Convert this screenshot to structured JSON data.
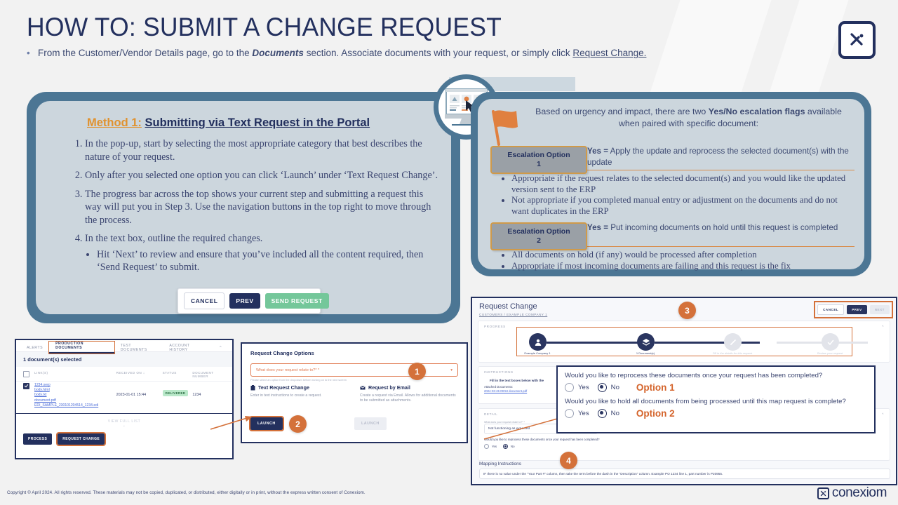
{
  "header": {
    "title": "HOW TO: SUBMIT A CHANGE REQUEST",
    "intro_part1": "From the Customer/Vendor Details page, go to the ",
    "intro_em": "Documents",
    "intro_part2": " section. Associate documents with your request, or simply click ",
    "intro_link": "Request Change.",
    "logo_glyph": "x"
  },
  "method": {
    "label": "Method 1:",
    "title": "Submitting via Text Request in the Portal",
    "steps": [
      "In the pop-up, start by selecting the most appropriate category that best describes the nature of your request.",
      "Only after you selected one option you can click ‘Launch’ under ‘Text Request Change’.",
      "The progress bar across the top shows your current step and submitting a request this way will put you in Step 3. Use the navigation buttons in the top right to move through the process.",
      "In the text box, outline the required changes."
    ],
    "substep": "Hit ‘Next’ to review and ensure that you’ve included all the content required, then ‘Send Request’ to submit."
  },
  "nav_buttons": {
    "cancel": "CANCEL",
    "prev": "PREV",
    "send": "SEND REQUEST"
  },
  "escalation": {
    "intro_a": "Based on urgency and impact, there are two ",
    "intro_b": "Yes/No escalation flags",
    "intro_c": " available when paired with specific document:",
    "options": [
      {
        "tag_line1": "Escalation Option",
        "tag_line2": "1",
        "def_bold": "Yes =",
        "def_text": " Apply the update and reprocess the selected document(s) with the update",
        "bullets": [
          "Appropriate if the request relates to the selected document(s) and you would like the updated version sent to the ERP",
          "Not appropriate if you completed manual entry or adjustment on the documents and do not want duplicates in the ERP"
        ]
      },
      {
        "tag_line1": "Escalation Option",
        "tag_line2": "2",
        "def_bold": "Yes =",
        "def_text": " Put incoming documents on hold until this request is completed",
        "bullets": [
          "All documents on hold (if any) would be processed after completion",
          "Appropriate if most incoming documents are failing and this request is the fix"
        ]
      }
    ]
  },
  "shot_docs": {
    "tabs": [
      "ALERTS",
      "PRODUCTION DOCUMENTS",
      "TEST DOCUMENTS",
      "ACCOUNT HISTORY"
    ],
    "active_tab": "PRODUCTION DOCUMENTS",
    "selected_banner": "1 document(s) selected",
    "columns": [
      "LINK(S)",
      "RECEIVED ON",
      "STATUS",
      "DOCUMENT NUMBER"
    ],
    "row": {
      "links": [
        "1234.xerp",
        "body.html",
        "body.txt",
        "document.pdf",
        "EDI_SAMPLE_230101204514_1234.edi"
      ],
      "received_on": "2023-01-01 15:44",
      "status": "DELIVERED",
      "document_number": "1234"
    },
    "view_full_list": "VIEW FULL LIST",
    "buttons": [
      "PROCESS",
      "REQUEST CHANGE"
    ]
  },
  "shot_options": {
    "title": "Request Change Options",
    "dropdown_value": "What does your request relate to?* *",
    "dropdown_help": "Please select an option from the dropdown before moving on to the next screen",
    "left": {
      "heading": "Text Request Change",
      "icon": "clipboard-icon",
      "body": "Enter in text instructions to create a request.",
      "button": "LAUNCH"
    },
    "right": {
      "heading": "Request by Email",
      "icon": "envelope-icon",
      "body": "Create a request via Email. Allows for additional documents to be submitted as attachments.",
      "button": "LAUNCH"
    }
  },
  "shot_request_change": {
    "title": "Request Change",
    "breadcrumb": "CUSTOMERS / EXAMPLE COMPANY 1",
    "nav": {
      "cancel": "CANCEL",
      "prev": "PREV",
      "next": "NEXT"
    },
    "progress_label": "PROGRESS",
    "steps": [
      {
        "label": "Example Company 1",
        "icon": "user-icon",
        "state": "done"
      },
      {
        "label": "1 Document(s)",
        "icon": "layers-icon",
        "state": "active"
      },
      {
        "label": "Fill in the details for this request",
        "icon": "pencil-icon",
        "state": "todo"
      },
      {
        "label": "Review your request",
        "icon": "check-icon",
        "state": "todo"
      }
    ],
    "instructions_label": "INSTRUCTIONS",
    "instructions_body": "Fill in the text boxes below with the",
    "attached_label": "Attached Documents:",
    "attached_file": "2024-03-26 09:53 document.pdf",
    "detail_label": "DETAIL",
    "detail_field_label": "What does your request relate to?* *",
    "detail_field_value": "Not functioning as expected",
    "detail_question": "Would you like to reprocess these documents once your request has been completed?",
    "detail_yes": "Yes",
    "detail_no": "No",
    "mapping_label": "Mapping Instructions",
    "mapping_value": "IF there is no value under the \"Your Part #\" column, then take the term before the dash in the \"Description\" column. Example PO 1234 line 1, part number is P20955."
  },
  "yes_no_popup": {
    "question1": "Would you like to reprocess these documents once your request has been completed?",
    "question2": "Would you like to hold all documents from being processed until this map request is complete?",
    "yes": "Yes",
    "no": "No",
    "option1_label": "Option 1",
    "option2_label": "Option 2"
  },
  "step_badges": [
    "1",
    "2",
    "3",
    "4"
  ],
  "footer": {
    "copyright": "Copyright © April 2024. All rights reserved. These materials may not be copied, duplicated, or distributed, either digitally or in print, without the express written consent of Conexiom.",
    "brand": "conexiom",
    "brand_glyph": "x"
  },
  "colors": {
    "navy": "#23305e",
    "steel_blue": "#4c7694",
    "card_grey": "#ccd6dd",
    "orange": "#d4713a",
    "gold": "#e0922f",
    "green": "#74c79a"
  }
}
